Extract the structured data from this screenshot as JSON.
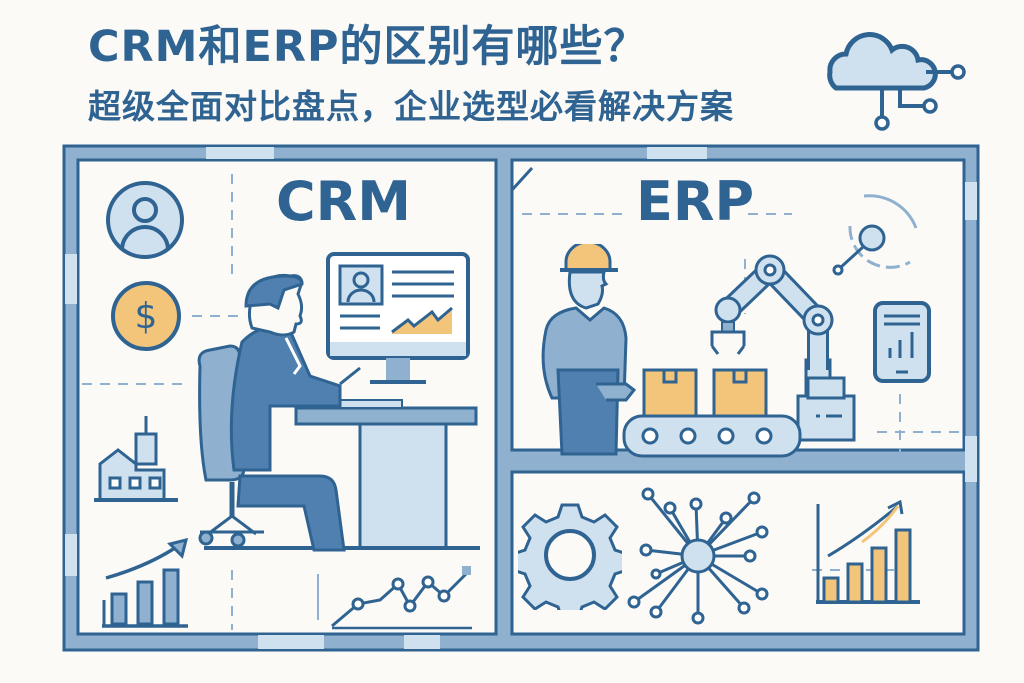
{
  "header": {
    "title": "CRM和ERP的区别有哪些？",
    "subtitle": "超级全面对比盘点，企业选型必看解决方案"
  },
  "panels": {
    "crm": {
      "label": "CRM"
    },
    "erp": {
      "label": "ERP"
    }
  },
  "icons": [
    "cloud-network-icon",
    "user-avatar-icon",
    "dollar-coin-icon",
    "factory-icon",
    "bar-chart-growth-icon",
    "line-chart-icon",
    "businessman-at-desk-illustration",
    "monitor-profile-icon",
    "worker-hardhat-illustration",
    "robotic-arm-icon",
    "conveyor-boxes-icon",
    "magnifier-signal-icon",
    "tablet-chart-icon",
    "gear-icon",
    "network-hub-icon",
    "orange-bar-chart-growth-icon"
  ],
  "colors": {
    "primary": "#2f6392",
    "frame_fill": "#8fb1cf",
    "light_fill": "#cfe0ee",
    "accent_orange": "#f3c57a",
    "background": "#fbfaf7"
  }
}
